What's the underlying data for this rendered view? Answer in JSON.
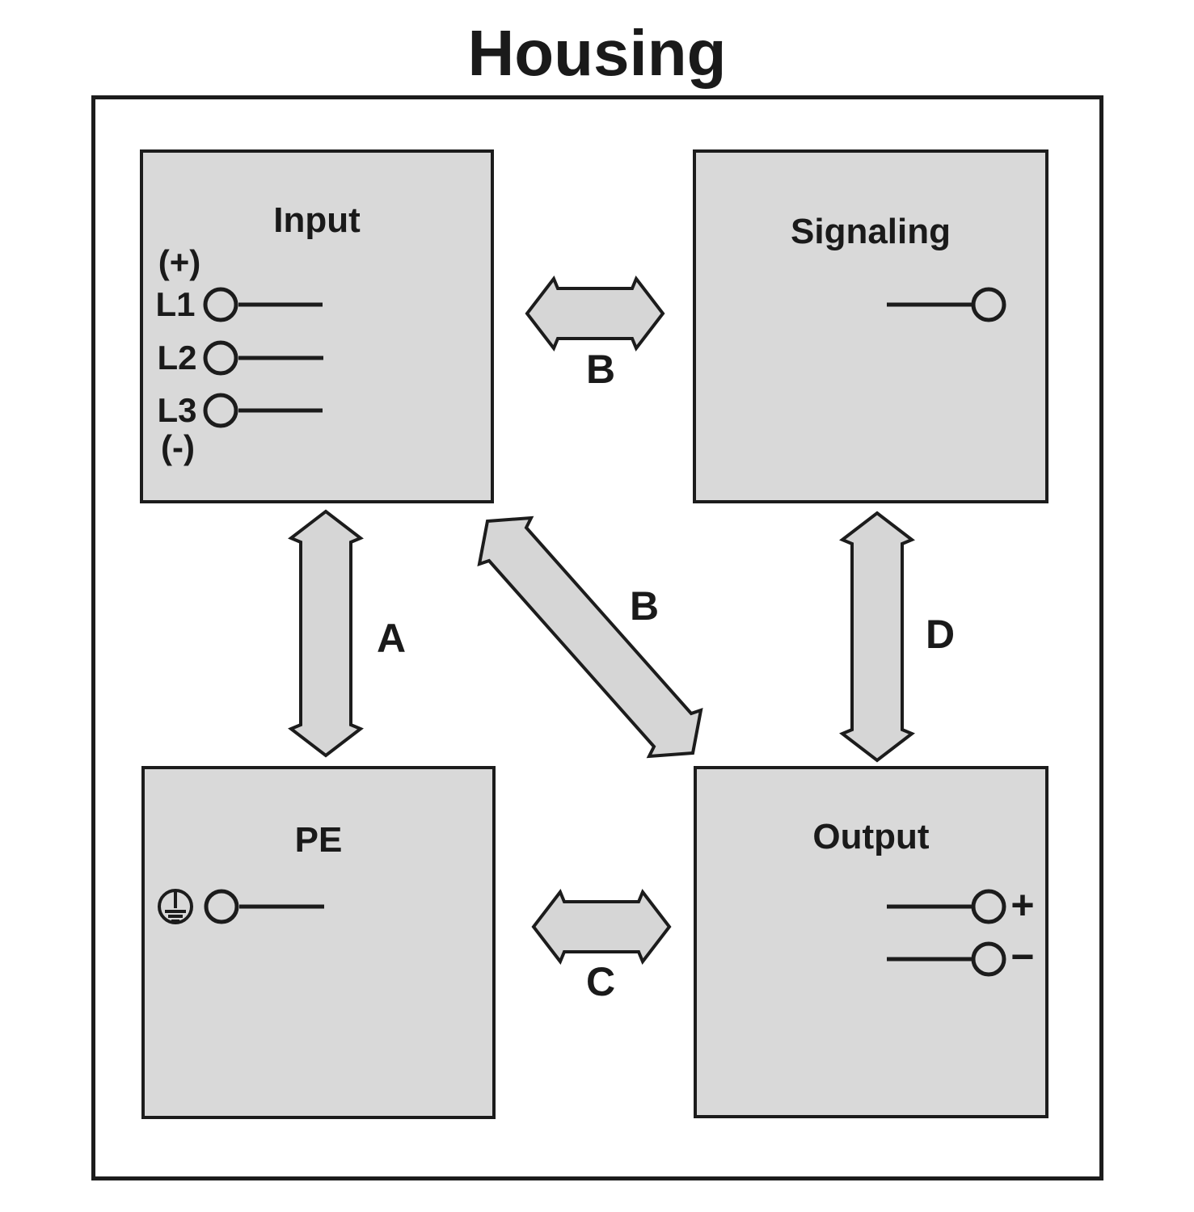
{
  "title": "Housing",
  "boxes": {
    "input": {
      "title": "Input",
      "terminals": {
        "plus": "(+)",
        "l1": "L1",
        "l2": "L2",
        "l3": "L3",
        "minus": "(-)"
      }
    },
    "signaling": {
      "title": "Signaling"
    },
    "pe": {
      "title": "PE"
    },
    "output": {
      "title": "Output",
      "terminals": {
        "plus": "+",
        "minus": "−"
      }
    }
  },
  "arrows": {
    "a": "A",
    "b_horizontal": "B",
    "b_diagonal": "B",
    "c": "C",
    "d": "D"
  },
  "colors": {
    "box_fill": "#d9d9d9",
    "arrow_fill": "#d6d6d6",
    "stroke": "#1c1c1c",
    "background": "#ffffff",
    "text": "#1a1a1a"
  }
}
